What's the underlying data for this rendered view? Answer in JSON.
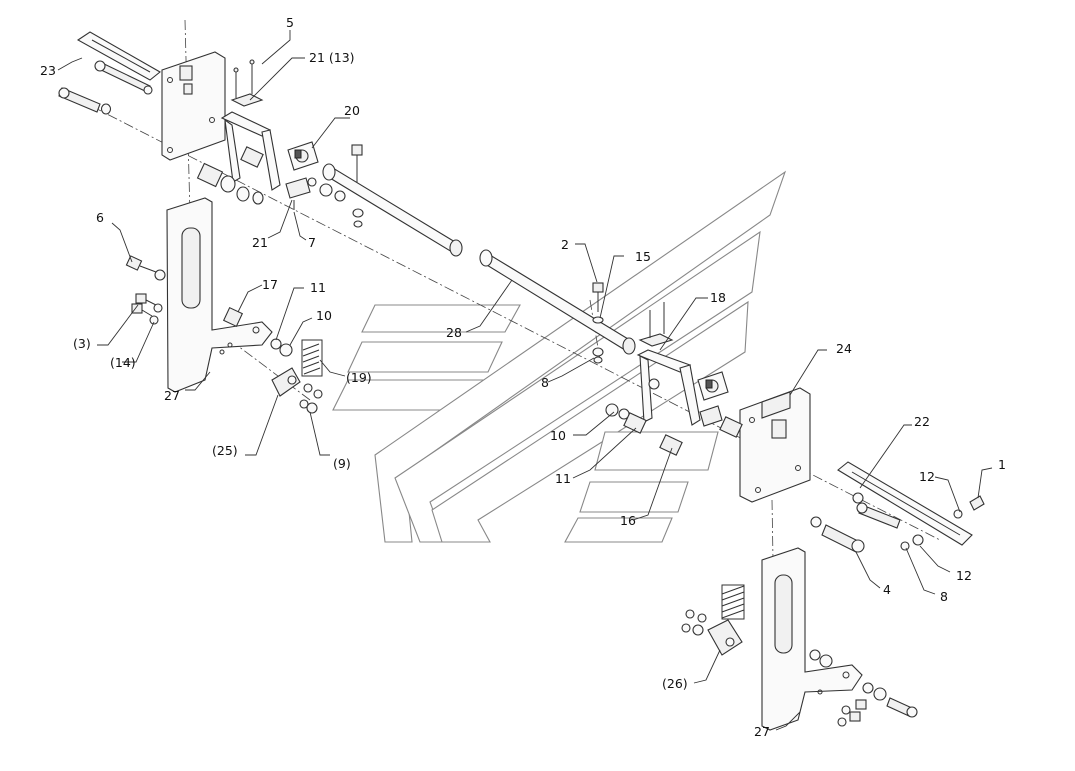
{
  "diagram": {
    "type": "exploded parts diagram",
    "callouts": {
      "c1": "1",
      "c2": "2",
      "c3": "(3)",
      "c4": "4",
      "c5": "5",
      "c6": "6",
      "c7": "7",
      "c8a": "8",
      "c8b": "8",
      "c9": "(9)",
      "c10a": "10",
      "c10b": "10",
      "c11a": "11",
      "c11b": "11",
      "c12a": "12",
      "c12b": "12",
      "c14": "(14)",
      "c15": "15",
      "c16": "16",
      "c17": "17",
      "c18": "18",
      "c19": "(19)",
      "c20": "20",
      "c21a": "21 (13)",
      "c21b": "21",
      "c22": "22",
      "c23": "23",
      "c24": "24",
      "c25": "(25)",
      "c26": "(26)",
      "c27a": "27",
      "c27b": "27",
      "c28": "28"
    }
  }
}
